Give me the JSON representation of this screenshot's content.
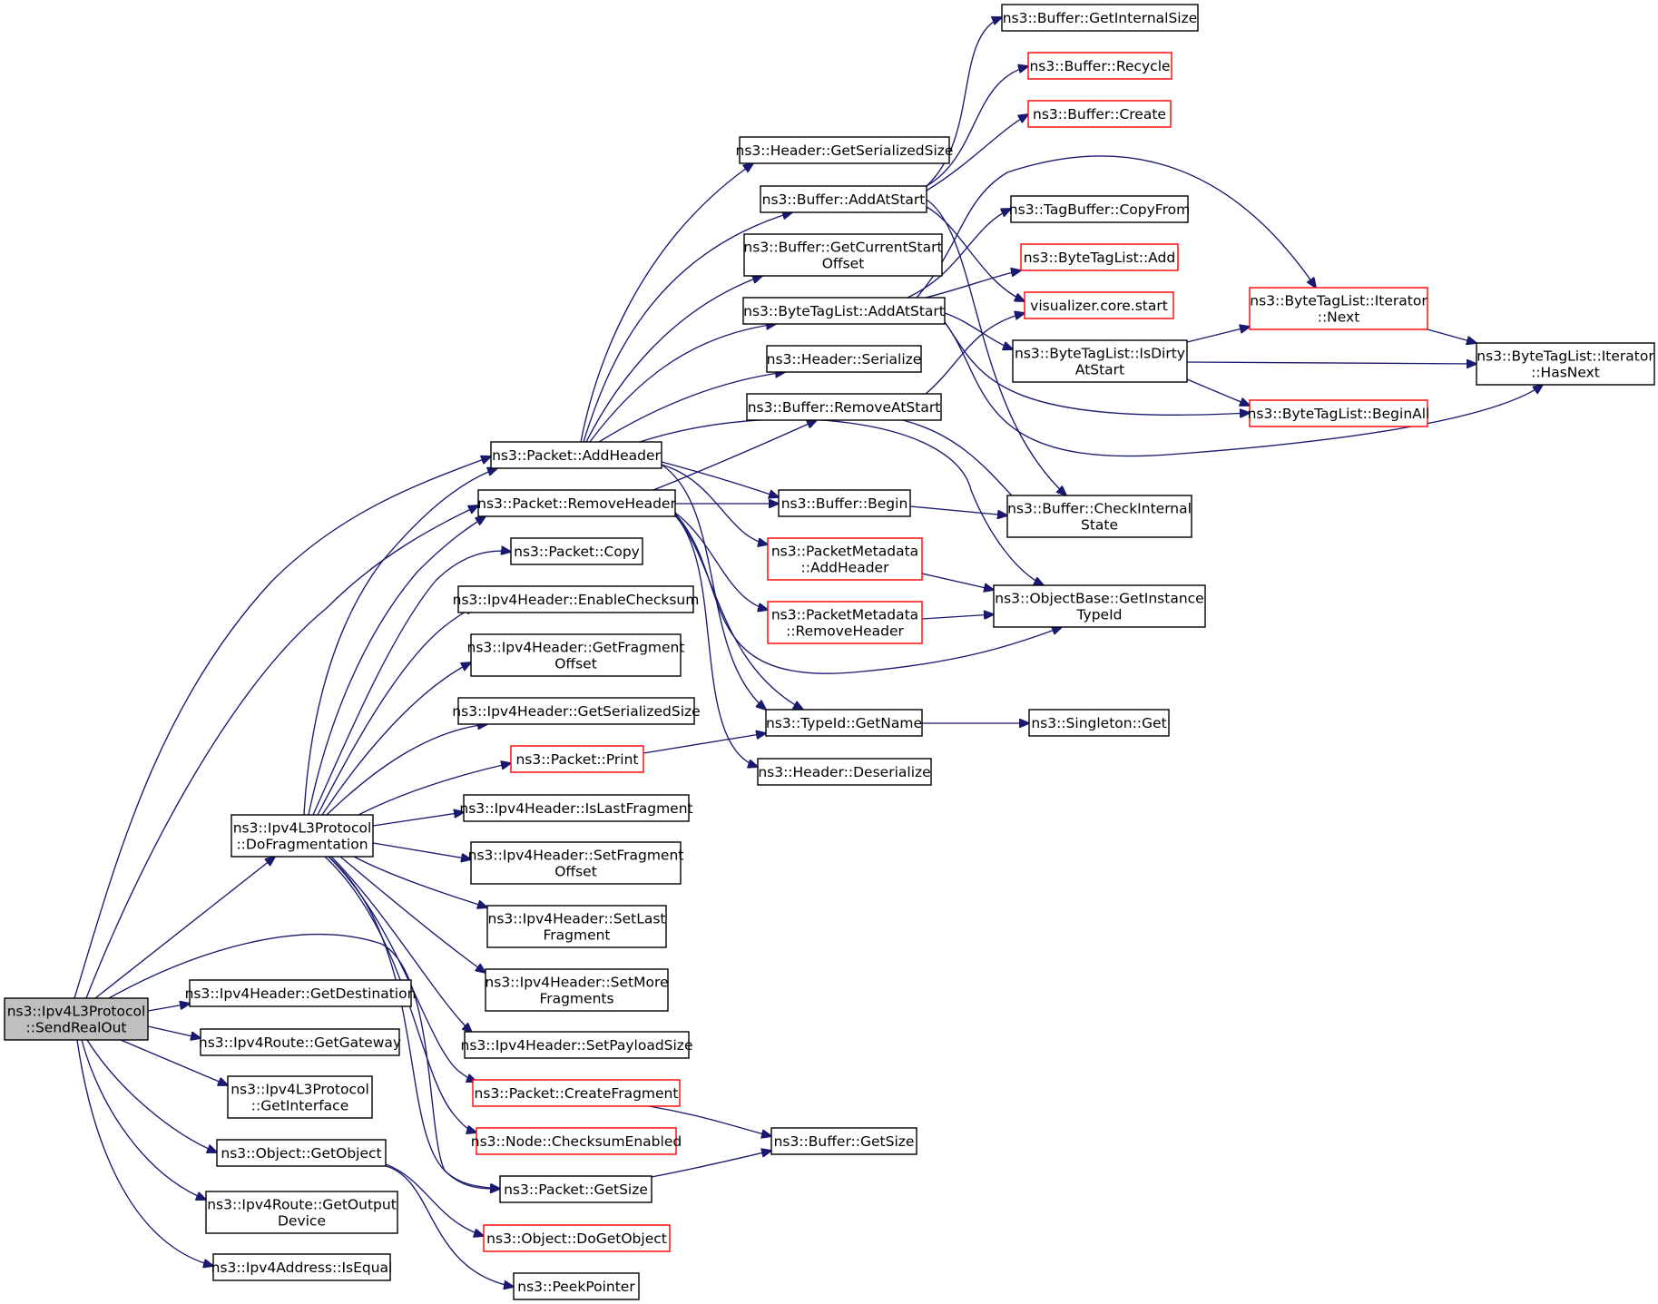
{
  "colors": {
    "edge": "#191970",
    "node_border": "#000000",
    "node_border_incomplete": "#ff0000",
    "root_fill": "#bfbfbf",
    "node_fill": "#ffffff"
  },
  "root": "sendrealout",
  "nodes": [
    {
      "id": "sendrealout",
      "lines": [
        "ns3::Ipv4L3Protocol",
        "::SendRealOut"
      ],
      "style": "root"
    },
    {
      "id": "dofragmentation",
      "lines": [
        "ns3::Ipv4L3Protocol",
        "::DoFragmentation"
      ],
      "style": "normal"
    },
    {
      "id": "getdestination",
      "lines": [
        "ns3::Ipv4Header::GetDestination"
      ],
      "style": "normal"
    },
    {
      "id": "getgateway",
      "lines": [
        "ns3::Ipv4Route::GetGateway"
      ],
      "style": "normal"
    },
    {
      "id": "getinterface",
      "lines": [
        "ns3::Ipv4L3Protocol",
        "::GetInterface"
      ],
      "style": "normal"
    },
    {
      "id": "getobject",
      "lines": [
        "ns3::Object::GetObject"
      ],
      "style": "normal"
    },
    {
      "id": "getoutputdevice",
      "lines": [
        "ns3::Ipv4Route::GetOutput",
        "Device"
      ],
      "style": "normal"
    },
    {
      "id": "isequal",
      "lines": [
        "ns3::Ipv4Address::IsEqual"
      ],
      "style": "normal"
    },
    {
      "id": "addheader",
      "lines": [
        "ns3::Packet::AddHeader"
      ],
      "style": "normal"
    },
    {
      "id": "removeheader",
      "lines": [
        "ns3::Packet::RemoveHeader"
      ],
      "style": "normal"
    },
    {
      "id": "packetcopy",
      "lines": [
        "ns3::Packet::Copy"
      ],
      "style": "normal"
    },
    {
      "id": "enablechecksum",
      "lines": [
        "ns3::Ipv4Header::EnableChecksum"
      ],
      "style": "normal"
    },
    {
      "id": "getfragmentoffset",
      "lines": [
        "ns3::Ipv4Header::GetFragment",
        "Offset"
      ],
      "style": "normal"
    },
    {
      "id": "ipv4getserializedsize",
      "lines": [
        "ns3::Ipv4Header::GetSerializedSize"
      ],
      "style": "normal"
    },
    {
      "id": "packetprint",
      "lines": [
        "ns3::Packet::Print"
      ],
      "style": "incomplete"
    },
    {
      "id": "islastfragment",
      "lines": [
        "ns3::Ipv4Header::IsLastFragment"
      ],
      "style": "normal"
    },
    {
      "id": "setfragmentoffset",
      "lines": [
        "ns3::Ipv4Header::SetFragment",
        "Offset"
      ],
      "style": "normal"
    },
    {
      "id": "setlastfragment",
      "lines": [
        "ns3::Ipv4Header::SetLast",
        "Fragment"
      ],
      "style": "normal"
    },
    {
      "id": "setmorefragments",
      "lines": [
        "ns3::Ipv4Header::SetMore",
        "Fragments"
      ],
      "style": "normal"
    },
    {
      "id": "setpayloadsize",
      "lines": [
        "ns3::Ipv4Header::SetPayloadSize"
      ],
      "style": "normal"
    },
    {
      "id": "createfragment",
      "lines": [
        "ns3::Packet::CreateFragment"
      ],
      "style": "incomplete"
    },
    {
      "id": "checksumenabled",
      "lines": [
        "ns3::Node::ChecksumEnabled"
      ],
      "style": "incomplete"
    },
    {
      "id": "packetgetsize",
      "lines": [
        "ns3::Packet::GetSize"
      ],
      "style": "normal"
    },
    {
      "id": "dogetobject",
      "lines": [
        "ns3::Object::DoGetObject"
      ],
      "style": "incomplete"
    },
    {
      "id": "peekpointer",
      "lines": [
        "ns3::PeekPointer"
      ],
      "style": "normal"
    },
    {
      "id": "headergetserializedsize",
      "lines": [
        "ns3::Header::GetSerializedSize"
      ],
      "style": "normal"
    },
    {
      "id": "bufferaddatstart",
      "lines": [
        "ns3::Buffer::AddAtStart"
      ],
      "style": "normal"
    },
    {
      "id": "getcurrentstartoffset",
      "lines": [
        "ns3::Buffer::GetCurrentStart",
        "Offset"
      ],
      "style": "normal"
    },
    {
      "id": "bytetaglistaddatstart",
      "lines": [
        "ns3::ByteTagList::AddAtStart"
      ],
      "style": "normal"
    },
    {
      "id": "headerserialize",
      "lines": [
        "ns3::Header::Serialize"
      ],
      "style": "normal"
    },
    {
      "id": "removeatstart",
      "lines": [
        "ns3::Buffer::RemoveAtStart"
      ],
      "style": "normal"
    },
    {
      "id": "bufferbegin",
      "lines": [
        "ns3::Buffer::Begin"
      ],
      "style": "normal"
    },
    {
      "id": "metadataaddheader",
      "lines": [
        "ns3::PacketMetadata",
        "::AddHeader"
      ],
      "style": "incomplete"
    },
    {
      "id": "metadataremoveheader",
      "lines": [
        "ns3::PacketMetadata",
        "::RemoveHeader"
      ],
      "style": "incomplete"
    },
    {
      "id": "typeidgetname",
      "lines": [
        "ns3::TypeId::GetName"
      ],
      "style": "normal"
    },
    {
      "id": "headerdeserialize",
      "lines": [
        "ns3::Header::Deserialize"
      ],
      "style": "normal"
    },
    {
      "id": "buffergetsize",
      "lines": [
        "ns3::Buffer::GetSize"
      ],
      "style": "normal"
    },
    {
      "id": "getinternalsize",
      "lines": [
        "ns3::Buffer::GetInternalSize"
      ],
      "style": "normal"
    },
    {
      "id": "bufferrecycle",
      "lines": [
        "ns3::Buffer::Recycle"
      ],
      "style": "incomplete"
    },
    {
      "id": "buffercreate",
      "lines": [
        "ns3::Buffer::Create"
      ],
      "style": "incomplete"
    },
    {
      "id": "tagbuffercopyfrom",
      "lines": [
        "ns3::TagBuffer::CopyFrom"
      ],
      "style": "normal"
    },
    {
      "id": "bytetaglistadd",
      "lines": [
        "ns3::ByteTagList::Add"
      ],
      "style": "incomplete"
    },
    {
      "id": "visualizerstart",
      "lines": [
        "visualizer.core.start"
      ],
      "style": "incomplete"
    },
    {
      "id": "isdirtyatstart",
      "lines": [
        "ns3::ByteTagList::IsDirty",
        "AtStart"
      ],
      "style": "normal"
    },
    {
      "id": "checkinternalstate",
      "lines": [
        "ns3::Buffer::CheckInternal",
        "State"
      ],
      "style": "normal"
    },
    {
      "id": "getinstancetypeid",
      "lines": [
        "ns3::ObjectBase::GetInstance",
        "TypeId"
      ],
      "style": "normal"
    },
    {
      "id": "singletonget",
      "lines": [
        "ns3::Singleton::Get"
      ],
      "style": "normal"
    },
    {
      "id": "iteratornext",
      "lines": [
        "ns3::ByteTagList::Iterator",
        "::Next"
      ],
      "style": "incomplete"
    },
    {
      "id": "beginall",
      "lines": [
        "ns3::ByteTagList::BeginAll"
      ],
      "style": "incomplete"
    },
    {
      "id": "iteratorhasnext",
      "lines": [
        "ns3::ByteTagList::Iterator",
        "::HasNext"
      ],
      "style": "normal"
    }
  ],
  "edges": [
    [
      "sendrealout",
      "addheader"
    ],
    [
      "sendrealout",
      "removeheader"
    ],
    [
      "sendrealout",
      "dofragmentation"
    ],
    [
      "sendrealout",
      "packetgetsize"
    ],
    [
      "sendrealout",
      "getdestination"
    ],
    [
      "sendrealout",
      "getgateway"
    ],
    [
      "sendrealout",
      "getinterface"
    ],
    [
      "sendrealout",
      "getobject"
    ],
    [
      "sendrealout",
      "getoutputdevice"
    ],
    [
      "sendrealout",
      "isequal"
    ],
    [
      "dofragmentation",
      "addheader"
    ],
    [
      "dofragmentation",
      "removeheader"
    ],
    [
      "dofragmentation",
      "packetcopy"
    ],
    [
      "dofragmentation",
      "enablechecksum"
    ],
    [
      "dofragmentation",
      "getfragmentoffset"
    ],
    [
      "dofragmentation",
      "ipv4getserializedsize"
    ],
    [
      "dofragmentation",
      "packetprint"
    ],
    [
      "dofragmentation",
      "islastfragment"
    ],
    [
      "dofragmentation",
      "setfragmentoffset"
    ],
    [
      "dofragmentation",
      "setlastfragment"
    ],
    [
      "dofragmentation",
      "setmorefragments"
    ],
    [
      "dofragmentation",
      "setpayloadsize"
    ],
    [
      "dofragmentation",
      "createfragment"
    ],
    [
      "dofragmentation",
      "checksumenabled"
    ],
    [
      "dofragmentation",
      "packetgetsize"
    ],
    [
      "getobject",
      "dogetobject"
    ],
    [
      "getobject",
      "peekpointer"
    ],
    [
      "addheader",
      "headergetserializedsize"
    ],
    [
      "addheader",
      "bufferaddatstart"
    ],
    [
      "addheader",
      "getcurrentstartoffset"
    ],
    [
      "addheader",
      "bytetaglistaddatstart"
    ],
    [
      "addheader",
      "headerserialize"
    ],
    [
      "addheader",
      "bufferbegin"
    ],
    [
      "addheader",
      "metadataaddheader"
    ],
    [
      "addheader",
      "getinstancetypeid"
    ],
    [
      "addheader",
      "typeidgetname"
    ],
    [
      "removeheader",
      "removeatstart"
    ],
    [
      "removeheader",
      "bufferbegin"
    ],
    [
      "removeheader",
      "metadataremoveheader"
    ],
    [
      "removeheader",
      "getinstancetypeid"
    ],
    [
      "removeheader",
      "typeidgetname"
    ],
    [
      "removeheader",
      "headerdeserialize"
    ],
    [
      "packetprint",
      "typeidgetname"
    ],
    [
      "createfragment",
      "buffergetsize"
    ],
    [
      "packetgetsize",
      "buffergetsize"
    ],
    [
      "bufferaddatstart",
      "getinternalsize"
    ],
    [
      "bufferaddatstart",
      "bufferrecycle"
    ],
    [
      "bufferaddatstart",
      "buffercreate"
    ],
    [
      "bufferaddatstart",
      "visualizerstart"
    ],
    [
      "bufferaddatstart",
      "checkinternalstate"
    ],
    [
      "bytetaglistaddatstart",
      "tagbuffercopyfrom"
    ],
    [
      "bytetaglistaddatstart",
      "bytetaglistadd"
    ],
    [
      "bytetaglistaddatstart",
      "iteratornext"
    ],
    [
      "bytetaglistaddatstart",
      "isdirtyatstart"
    ],
    [
      "bytetaglistaddatstart",
      "beginall"
    ],
    [
      "bytetaglistaddatstart",
      "iteratorhasnext"
    ],
    [
      "removeatstart",
      "visualizerstart"
    ],
    [
      "removeatstart",
      "checkinternalstate"
    ],
    [
      "bufferbegin",
      "checkinternalstate"
    ],
    [
      "metadataaddheader",
      "getinstancetypeid"
    ],
    [
      "metadataremoveheader",
      "getinstancetypeid"
    ],
    [
      "typeidgetname",
      "singletonget"
    ],
    [
      "isdirtyatstart",
      "iteratornext"
    ],
    [
      "isdirtyatstart",
      "iteratorhasnext"
    ],
    [
      "isdirtyatstart",
      "beginall"
    ],
    [
      "iteratornext",
      "iteratorhasnext"
    ]
  ]
}
